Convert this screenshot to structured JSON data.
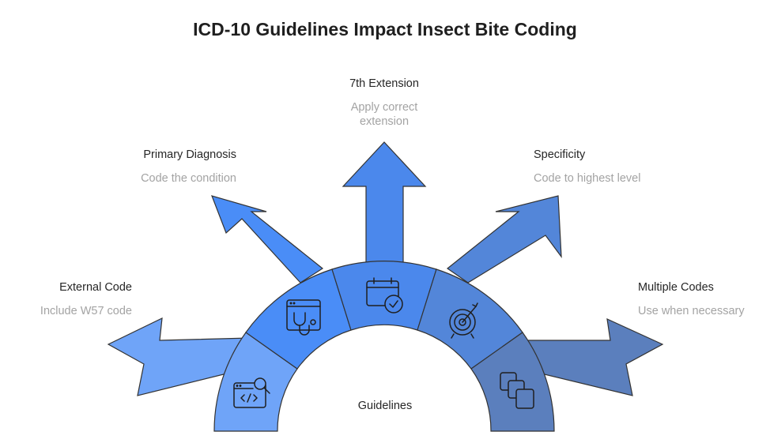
{
  "title": "ICD-10 Guidelines Impact Insect Bite Coding",
  "center_label": "Guidelines",
  "segments": [
    {
      "heading": "External Code",
      "description": "Include W57 code",
      "color": "#6fa4f8",
      "icon": "code-search-icon"
    },
    {
      "heading": "Primary Diagnosis",
      "description": "Code the condition",
      "color": "#4a8df7",
      "icon": "stethoscope-icon"
    },
    {
      "heading": "7th Extension",
      "description": "Apply correct extension",
      "color": "#4b88ec",
      "icon": "calendar-check-icon"
    },
    {
      "heading": "Specificity",
      "description": "Code to highest level",
      "color": "#5386d9",
      "icon": "target-icon"
    },
    {
      "heading": "Multiple Codes",
      "description": "Use when necessary",
      "color": "#5b7fbd",
      "icon": "copy-icon"
    }
  ]
}
